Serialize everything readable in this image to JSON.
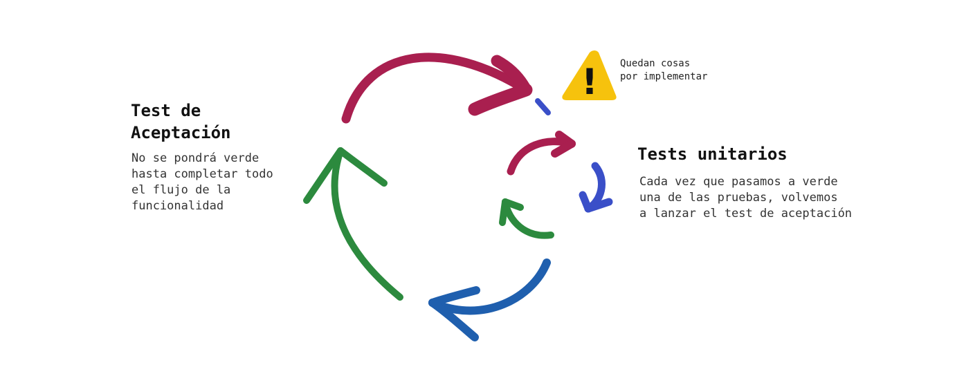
{
  "acceptance": {
    "title_lines": [
      "Test de",
      "Aceptación"
    ],
    "description_lines": [
      "No se pondrá verde",
      "hasta completar todo",
      "el flujo de la",
      "funcionalidad"
    ]
  },
  "unit": {
    "title": "Tests unitarios",
    "description_lines": [
      "Cada vez que pasamos a verde",
      "una de las pruebas, volvemos",
      "a lanzar el test de aceptación"
    ]
  },
  "warning": {
    "icon": "warning-icon",
    "symbol": "!",
    "note_lines": [
      "Quedan cosas",
      "por implementar"
    ]
  },
  "colors": {
    "red": "#a91f4f",
    "green": "#2c8a3e",
    "blue": "#1f5fae",
    "indigo": "#3a4fc8",
    "warning_yellow": "#f6c20d"
  }
}
